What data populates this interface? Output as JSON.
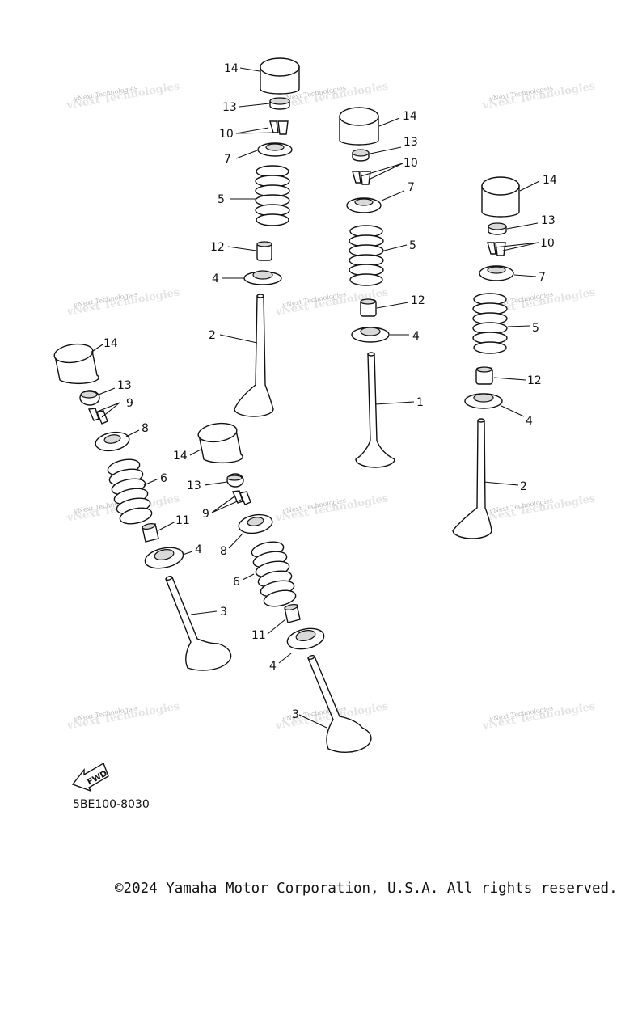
{
  "diagram": {
    "part_code": "5BE100-8030",
    "fwd_label": "FWD",
    "watermark_text": "vNext Technologies",
    "labels": {
      "a14": "14",
      "a13": "13",
      "a10": "10",
      "a7": "7",
      "a5": "5",
      "a12": "12",
      "a4": "4",
      "a2": "2",
      "b14": "14",
      "b13": "13",
      "b10": "10",
      "b7": "7",
      "b5": "5",
      "b12": "12",
      "b4": "4",
      "b1": "1",
      "c14": "14",
      "c13": "13",
      "c10": "10",
      "c7": "7",
      "c5": "5",
      "c12": "12",
      "c4": "4",
      "c2": "2",
      "d14": "14",
      "d13": "13",
      "d9": "9",
      "d8": "8",
      "d6": "6",
      "d11": "11",
      "d4": "4",
      "d3": "3",
      "e14": "14",
      "e13": "13",
      "e9": "9",
      "e8": "8",
      "e6": "6",
      "e11": "11",
      "e4": "4",
      "e3": "3"
    }
  },
  "footer": {
    "copyright": "©2024 Yamaha Motor Corporation, U.S.A. All rights reserved."
  }
}
